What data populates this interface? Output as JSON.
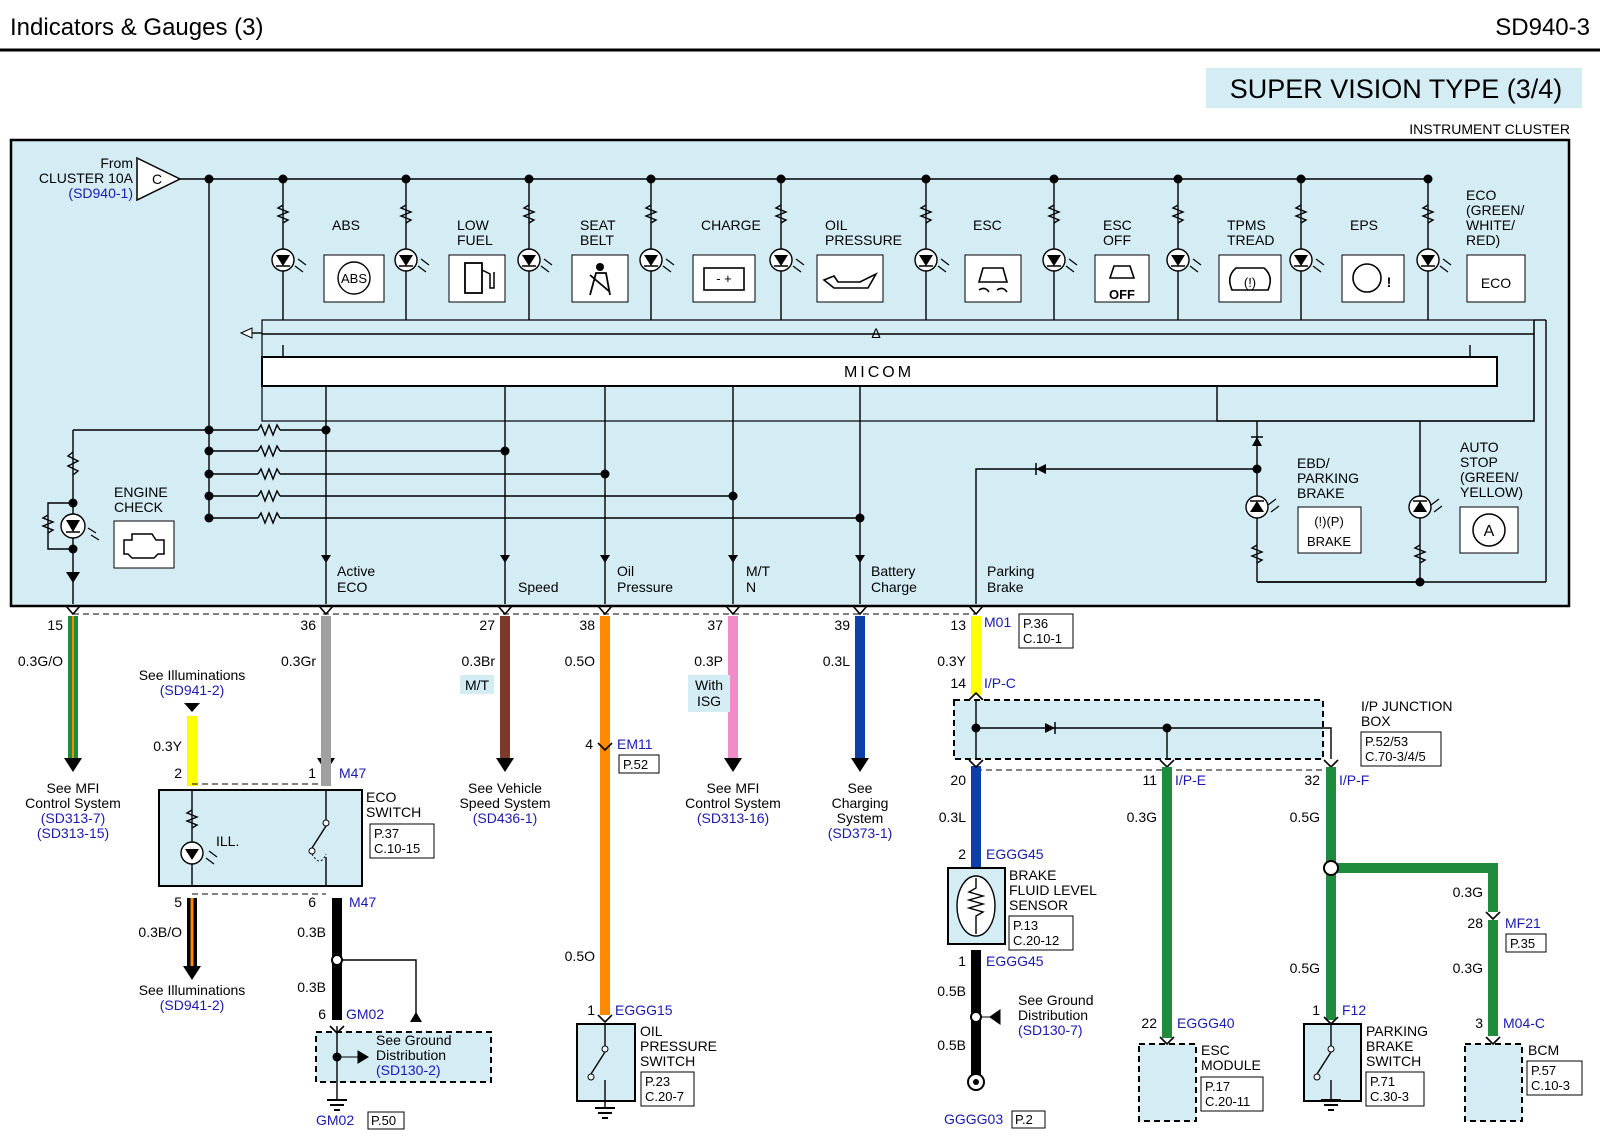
{
  "header": {
    "title": "Indicators & Gauges (3)",
    "code": "SD940-3"
  },
  "section_title": "SUPER VISION TYPE (3/4)",
  "cluster_label": "INSTRUMENT CLUSTER",
  "source": {
    "line1": "From",
    "line2": "CLUSTER 10A",
    "ref": "(SD940-1)",
    "connector": "C"
  },
  "micom": "MICOM",
  "delta": "Δ",
  "indicators": [
    {
      "l1": "ABS",
      "l2": "",
      "l3": "",
      "l4": "",
      "icon": "ABS"
    },
    {
      "l1": "LOW",
      "l2": "FUEL",
      "l3": "",
      "l4": "",
      "icon": ""
    },
    {
      "l1": "SEAT",
      "l2": "BELT",
      "l3": "",
      "l4": "",
      "icon": ""
    },
    {
      "l1": "CHARGE",
      "l2": "",
      "l3": "",
      "l4": "",
      "icon": "- +"
    },
    {
      "l1": "OIL",
      "l2": "PRESSURE",
      "l3": "",
      "l4": "",
      "icon": ""
    },
    {
      "l1": "ESC",
      "l2": "",
      "l3": "",
      "l4": "",
      "icon": ""
    },
    {
      "l1": "ESC",
      "l2": "OFF",
      "l3": "",
      "l4": "",
      "icon": "OFF"
    },
    {
      "l1": "TPMS",
      "l2": "TREAD",
      "l3": "",
      "l4": "",
      "icon": "(!)"
    },
    {
      "l1": "EPS",
      "l2": "",
      "l3": "",
      "l4": "",
      "icon": "!"
    },
    {
      "l1": "ECO",
      "l2": "(GREEN/",
      "l3": "WHITE/",
      "l4": "RED)",
      "icon": "ECO"
    }
  ],
  "engine_check": {
    "l1": "ENGINE",
    "l2": "CHECK"
  },
  "ebd": {
    "l1": "EBD/",
    "l2": "PARKING",
    "l3": "BRAKE",
    "icon": "(!)(P)",
    "word": "BRAKE"
  },
  "auto_stop": {
    "l1": "AUTO",
    "l2": "STOP",
    "l3": "(GREEN/",
    "l4": "YELLOW)",
    "icon": "A"
  },
  "bottom_labels": [
    {
      "l1": "Active",
      "l2": "ECO"
    },
    {
      "l1": "",
      "l2": "Speed"
    },
    {
      "l1": "Oil",
      "l2": "Pressure"
    },
    {
      "l1": "M/T",
      "l2": "N"
    },
    {
      "l1": "Battery",
      "l2": "Charge"
    },
    {
      "l1": "Parking",
      "l2": "Brake"
    }
  ],
  "pins": [
    "15",
    "36",
    "27",
    "38",
    "37",
    "39",
    "13"
  ],
  "wire_specs": [
    "0.3G/O",
    "0.3Gr",
    "0.3Br",
    "0.5O",
    "0.3P",
    "0.3L",
    "0.3Y"
  ],
  "m01": {
    "name": "M01",
    "p": "P.36",
    "c": "C.10-1"
  },
  "ipc": {
    "pin": "14",
    "name": "I/P-C"
  },
  "mfi1": {
    "l1": "See MFI",
    "l2": "Control System",
    "r1": "(SD313-7)",
    "r2": "(SD313-15)"
  },
  "illum_top": {
    "l1": "See Illuminations",
    "ref": "(SD941-2)",
    "wire": "0.3Y"
  },
  "eco_switch": {
    "pin_a": "2",
    "pin_b": "1",
    "conn": "M47",
    "l1": "ECO",
    "l2": "SWITCH",
    "p": "P.37",
    "c": "C.10-15",
    "ill": "ILL.",
    "pin_c": "5",
    "pin_d": "6",
    "conn2": "M47"
  },
  "illum_bot": {
    "wire": "0.3B/O",
    "l1": "See Illuminations",
    "ref": "(SD941-2)"
  },
  "eco_ground": {
    "w1": "0.3B",
    "w2": "0.3B",
    "pin": "6",
    "conn": "GM02",
    "l1": "See Ground",
    "l2": "Distribution",
    "ref": "(SD130-2)",
    "bottom": "GM02",
    "p": "P.50"
  },
  "speed": {
    "tag": "M/T",
    "l1": "See Vehicle",
    "l2": "Speed System",
    "ref": "(SD436-1)"
  },
  "oil": {
    "pin": "4",
    "conn": "EM11",
    "p": "P.52",
    "w2": "0.5O",
    "pin2": "1",
    "conn2": "EGGG15",
    "l1": "OIL",
    "l2": "PRESSURE",
    "l3": "SWITCH",
    "sp": "P.23",
    "sc": "C.20-7"
  },
  "mfi2": {
    "tag1": "With",
    "tag2": "ISG",
    "l1": "See MFI",
    "l2": "Control System",
    "ref": "(SD313-16)"
  },
  "charging": {
    "l1": "See",
    "l2": "Charging",
    "l3": "System",
    "ref": "(SD373-1)"
  },
  "junction": {
    "l1": "I/P JUNCTION",
    "l2": "BOX",
    "p": "P.52/53",
    "c": "C.70-3/4/5"
  },
  "brake_sensor": {
    "pin": "20",
    "wire": "0.3L",
    "pin2": "2",
    "conn": "EGGG45",
    "l1": "BRAKE",
    "l2": "FLUID LEVEL",
    "l3": "SENSOR",
    "p": "P.13",
    "c": "C.20-12",
    "pin3": "1",
    "conn3": "EGGG45",
    "w3": "0.5B",
    "w4": "0.5B",
    "g1": "See Ground",
    "g2": "Distribution",
    "gref": "(SD130-7)",
    "gnd": "GGGG03",
    "gp": "P.2"
  },
  "esc_module": {
    "pin": "11",
    "ipe": "I/P-E",
    "wire": "0.3G",
    "pin2": "22",
    "conn": "EGGG40",
    "l1": "ESC",
    "l2": "MODULE",
    "p": "P.17",
    "c": "C.20-11"
  },
  "pbs": {
    "pin": "32",
    "ipf": "I/P-F",
    "wire": "0.5G",
    "wire2": "0.5G",
    "pin2": "1",
    "conn": "F12",
    "l1": "PARKING",
    "l2": "BRAKE",
    "l3": "SWITCH",
    "p": "P.71",
    "c": "C.30-3"
  },
  "bcm": {
    "wire": "0.3G",
    "pin": "28",
    "conn": "MF21",
    "p": "P.35",
    "wire2": "0.3G",
    "pin2": "3",
    "conn2": "M04-C",
    "l1": "BCM",
    "bp": "P.57",
    "bc": "C.10-3"
  },
  "colors": {
    "panel": "#d4edf5",
    "green": "#1e8c3c",
    "gray": "#a0a0a0",
    "brown": "#7a3b2a",
    "orange": "#ff8a00",
    "pink": "#f28cc8",
    "blue": "#0d3fa8",
    "yellow": "#ffff00",
    "black": "#000000",
    "link": "#1a1ab0"
  }
}
